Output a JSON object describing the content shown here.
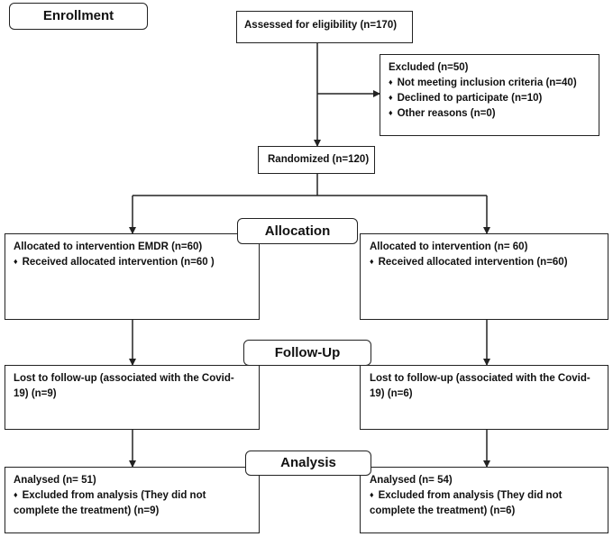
{
  "enrollment": {
    "label": "Enrollment",
    "assessed": "Assessed for eligibility (n=170)",
    "excluded_title": "Excluded (n=50)",
    "excluded_items": [
      "Not meeting inclusion criteria (n=40)",
      "Declined to participate (n=10)",
      "Other reasons (n=0)"
    ],
    "randomized": "Randomized (n=120)"
  },
  "allocation": {
    "label": "Allocation",
    "left_title": "Allocated to intervention EMDR (n=60)",
    "left_item": "Received allocated intervention (n=60  )",
    "right_title": "Allocated to intervention (n= 60)",
    "right_item": "Received allocated intervention (n=60)"
  },
  "followup": {
    "label": "Follow-Up",
    "left_line1": "Lost to follow-up (associated with the Covid-",
    "left_line2": "19) (n=9)",
    "right_line1": "Lost to follow-up (associated with the Covid-",
    "right_line2": "19) (n=6)"
  },
  "analysis": {
    "label": "Analysis",
    "left_title": "Analysed (n= 51)",
    "left_item_line1": "Excluded from analysis (They did not",
    "left_item_line2": "complete the treatment) (n=9)",
    "right_title": "Analysed (n= 54)",
    "right_item_line1": "Excluded from analysis (They did not",
    "right_item_line2": "complete the treatment) (n=6)"
  }
}
